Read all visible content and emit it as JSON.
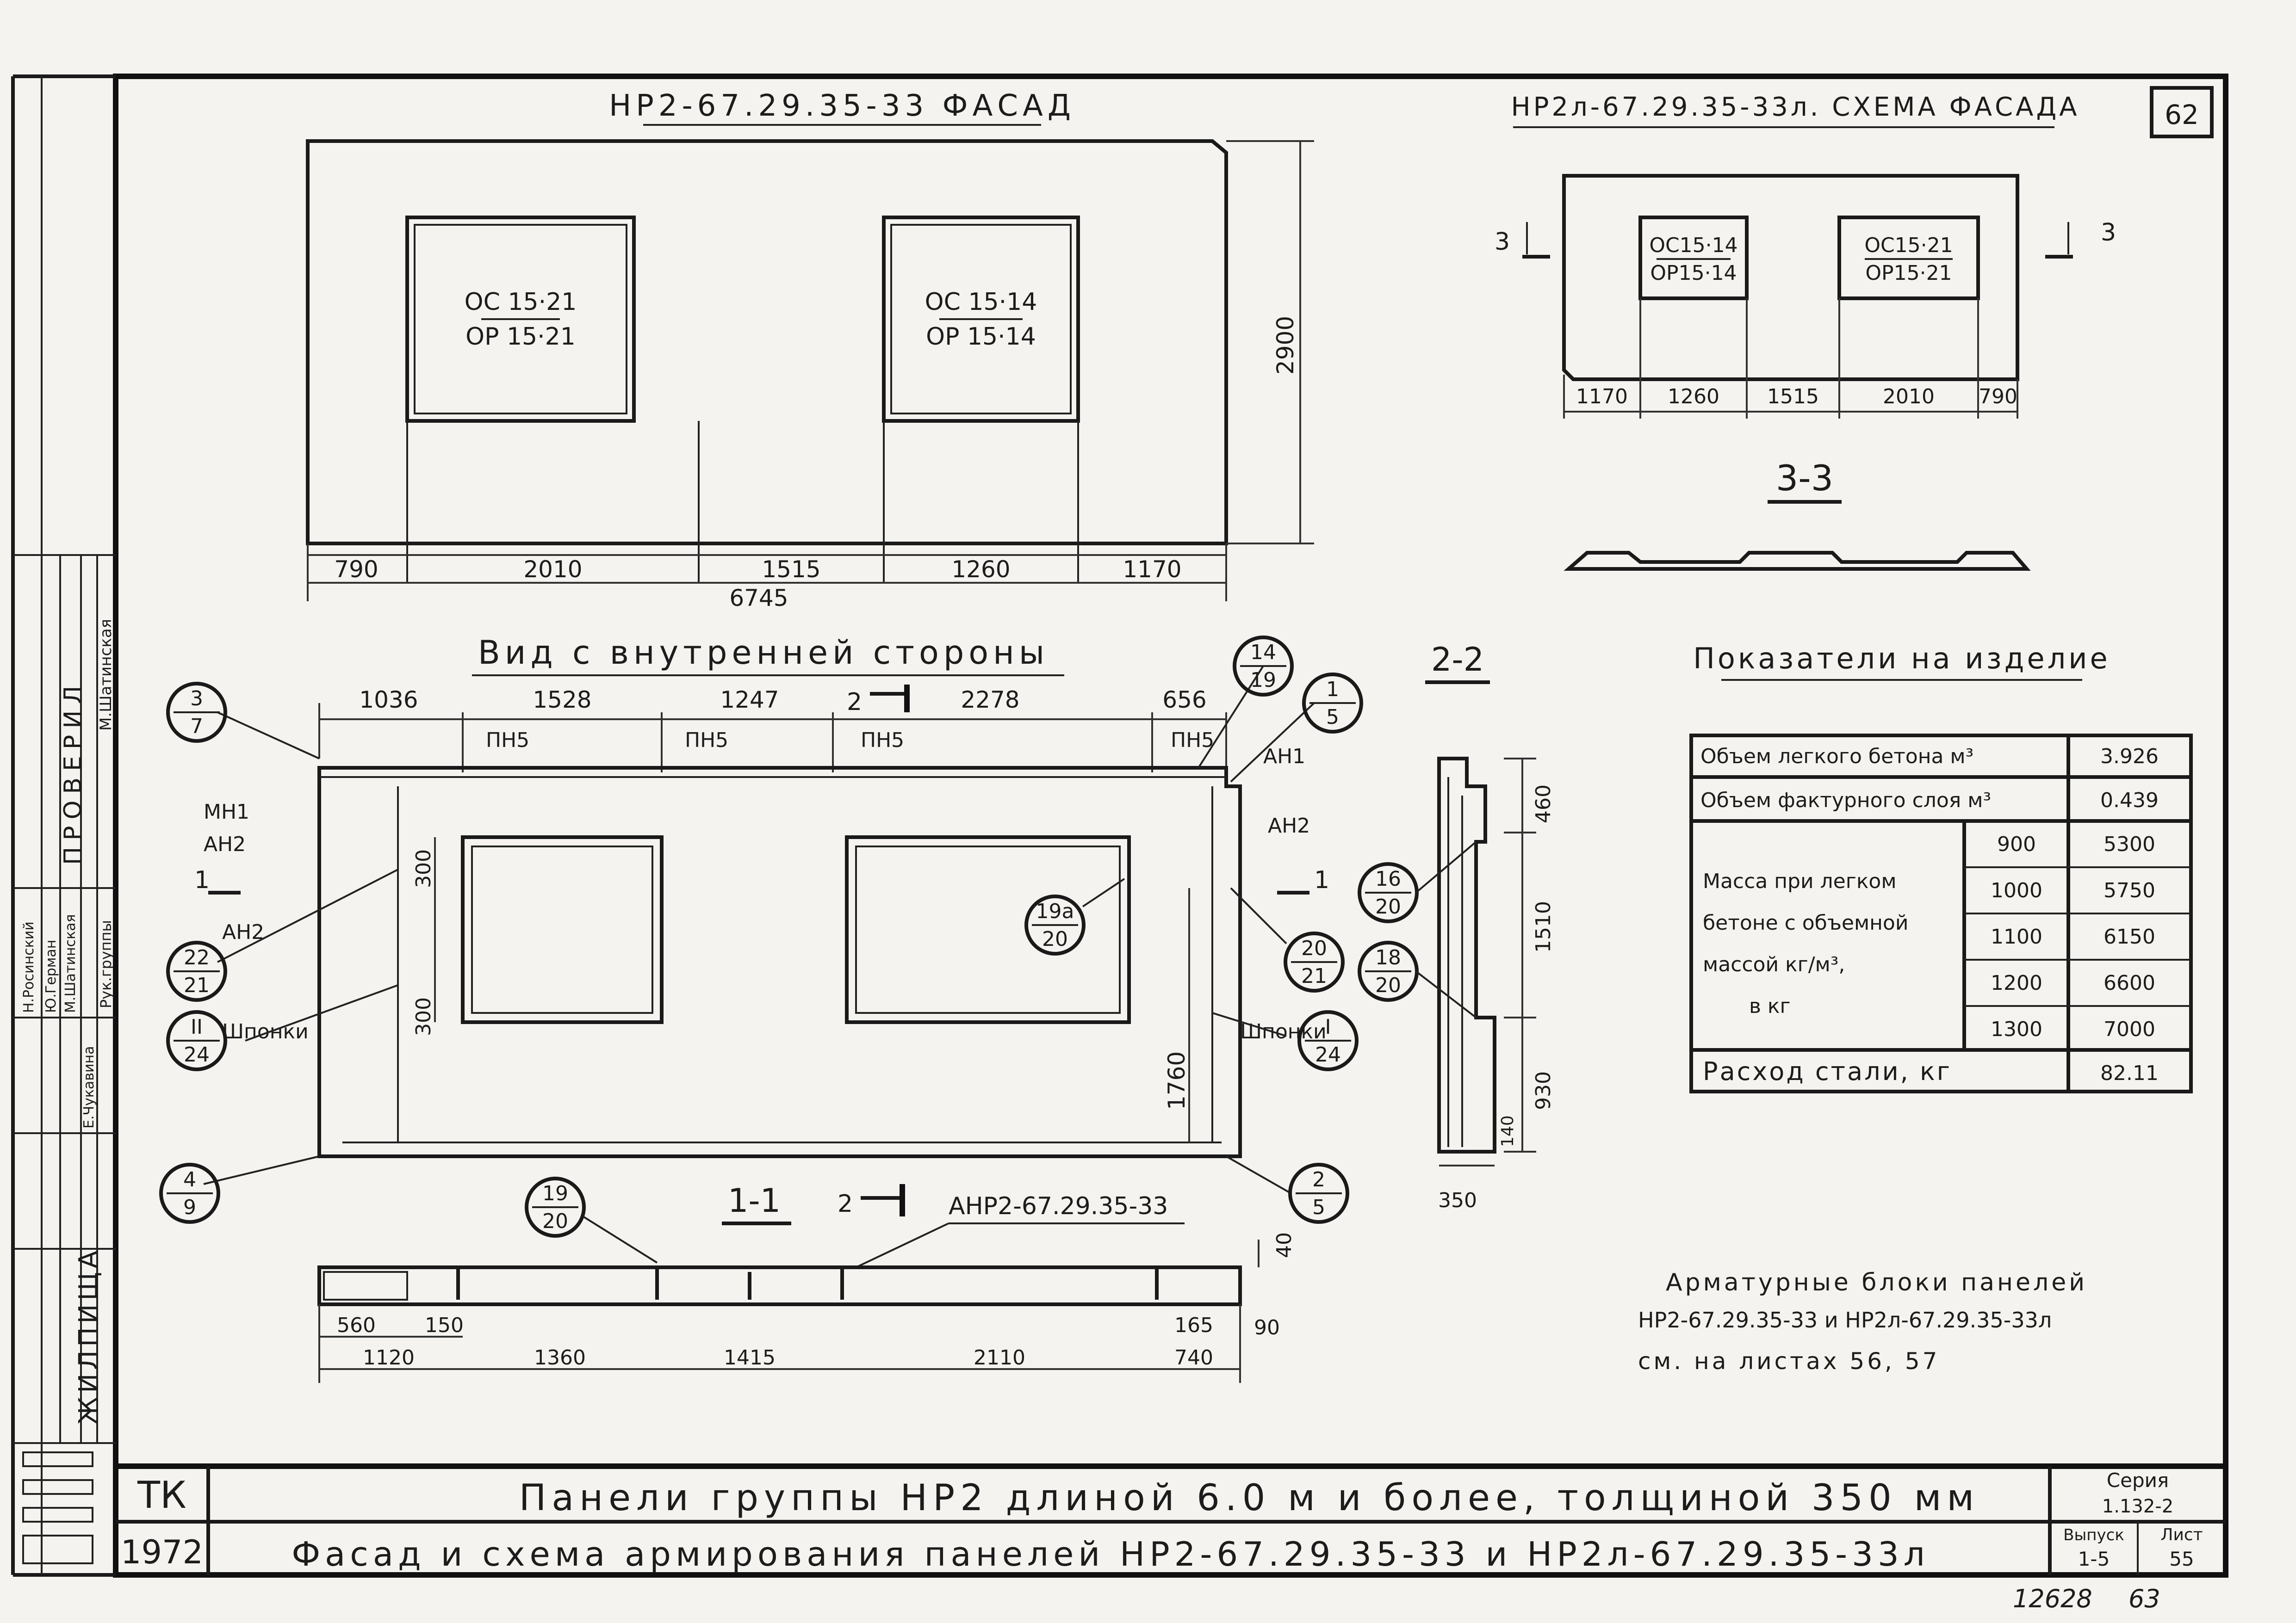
{
  "page_number": "62",
  "facade": {
    "title": "НР2-67.29.35-33 ФАСАД",
    "window_left_top": "ОС 15·21",
    "window_left_bottom": "ОР 15·21",
    "window_right_top": "ОС 15·14",
    "window_right_bottom": "ОР 15·14",
    "height_dim": "2900",
    "dims": [
      "790",
      "2010",
      "1515",
      "1260",
      "1170"
    ],
    "total_dim": "6745"
  },
  "scheme": {
    "title": "НР2л-67.29.35-33л. СХЕМА ФАСАДА",
    "window_left_top": "ОС15·14",
    "window_left_bottom": "ОР15·14",
    "window_right_top": "ОС15·21",
    "window_right_bottom": "ОР15·21",
    "dims": [
      "1170",
      "1260",
      "1515",
      "2010",
      "790"
    ],
    "cut_label": "3",
    "section_title": "3-3"
  },
  "interior": {
    "title": "Вид с внутренней стороны",
    "top_dims": [
      "1036",
      "1528",
      "1247",
      "2278",
      "656"
    ],
    "pn_labels": [
      "ПН5",
      "ПН5",
      "ПН5",
      "ПН5"
    ],
    "cut_2": "2",
    "labels": {
      "mn1": "МН1",
      "an2_a": "АН2",
      "an2_b": "АН2",
      "an1": "АН1",
      "an2_right": "АН2",
      "shponki_left": "Шпонки",
      "shponki_right": "Шпонки",
      "cut_1": "1"
    },
    "window_dims": [
      "300",
      "300"
    ],
    "right_dim": "1760",
    "callouts": [
      {
        "top": "3",
        "bottom": "7"
      },
      {
        "top": "14",
        "bottom": "19"
      },
      {
        "top": "1",
        "bottom": "5"
      },
      {
        "top": "22",
        "bottom": "21"
      },
      {
        "top": "II",
        "bottom": "24"
      },
      {
        "top": "19а",
        "bottom": "20"
      },
      {
        "top": "20",
        "bottom": "21"
      },
      {
        "top": "I",
        "bottom": "24"
      },
      {
        "top": "4",
        "bottom": "9"
      },
      {
        "top": "2",
        "bottom": "5"
      }
    ]
  },
  "section11": {
    "title": "1-1",
    "cut_2": "2",
    "block_label": "АНР2-67.29.35-33",
    "callout": {
      "top": "19",
      "bottom": "20"
    },
    "dims_top": [
      "560",
      "150",
      "165"
    ],
    "dims_bottom": [
      "1120",
      "1360",
      "1415",
      "2110",
      "740"
    ],
    "right_dims": [
      "40",
      "90"
    ]
  },
  "section22": {
    "title": "2-2",
    "dims": [
      "460",
      "1510",
      "930",
      "140"
    ],
    "width_dim": "350",
    "callouts": [
      {
        "top": "16",
        "bottom": "20"
      },
      {
        "top": "18",
        "bottom": "20"
      }
    ]
  },
  "indicators": {
    "title": "Показатели на изделие",
    "rows": [
      {
        "label": "Объем легкого бетона м³",
        "value": "3.926"
      },
      {
        "label": "Объем фактурного слоя м³",
        "value": "0.439"
      }
    ],
    "mass_label_lines": [
      "Масса при легком",
      "бетоне с объемной",
      "массой    кг/м³,",
      "в  кг"
    ],
    "mass_rows": [
      {
        "density": "900",
        "value": "5300"
      },
      {
        "density": "1000",
        "value": "5750"
      },
      {
        "density": "1100",
        "value": "6150"
      },
      {
        "density": "1200",
        "value": "6600"
      },
      {
        "density": "1300",
        "value": "7000"
      }
    ],
    "steel": {
      "label": "Расход стали, кг",
      "value": "82.11"
    }
  },
  "note": {
    "line1": "Арматурные блоки панелей",
    "line2": "НР2-67.29.35-33 и НР2л-67.29.35-33л",
    "line3": "см. на листах 56, 57"
  },
  "left_strip": {
    "stamp": "ПРОВЕРИЛ",
    "names": [
      "Н.Росинский",
      "Ю.Герман",
      "М.Шатинская",
      "Е.Чукавина"
    ],
    "role": "Рук.группы",
    "signature_name": "М.Шатинская",
    "org": "ЖИЛПИЩА"
  },
  "title_block": {
    "tk": "ТК",
    "year": "1972",
    "line1": "Панели группы НР2 длиной 6.0 м и более,   толщиной   350 мм",
    "line2": "Фасад и схема армирования панелей   НР2-67.29.35-33 и НР2л-67.29.35-33л",
    "series_label": "Серия",
    "series_value": "1.132-2",
    "issue_label": "Выпуск",
    "issue_value": "1-5",
    "sheet_label": "Лист",
    "sheet_value": "55"
  },
  "archive": {
    "number": "12628",
    "page": "63"
  }
}
